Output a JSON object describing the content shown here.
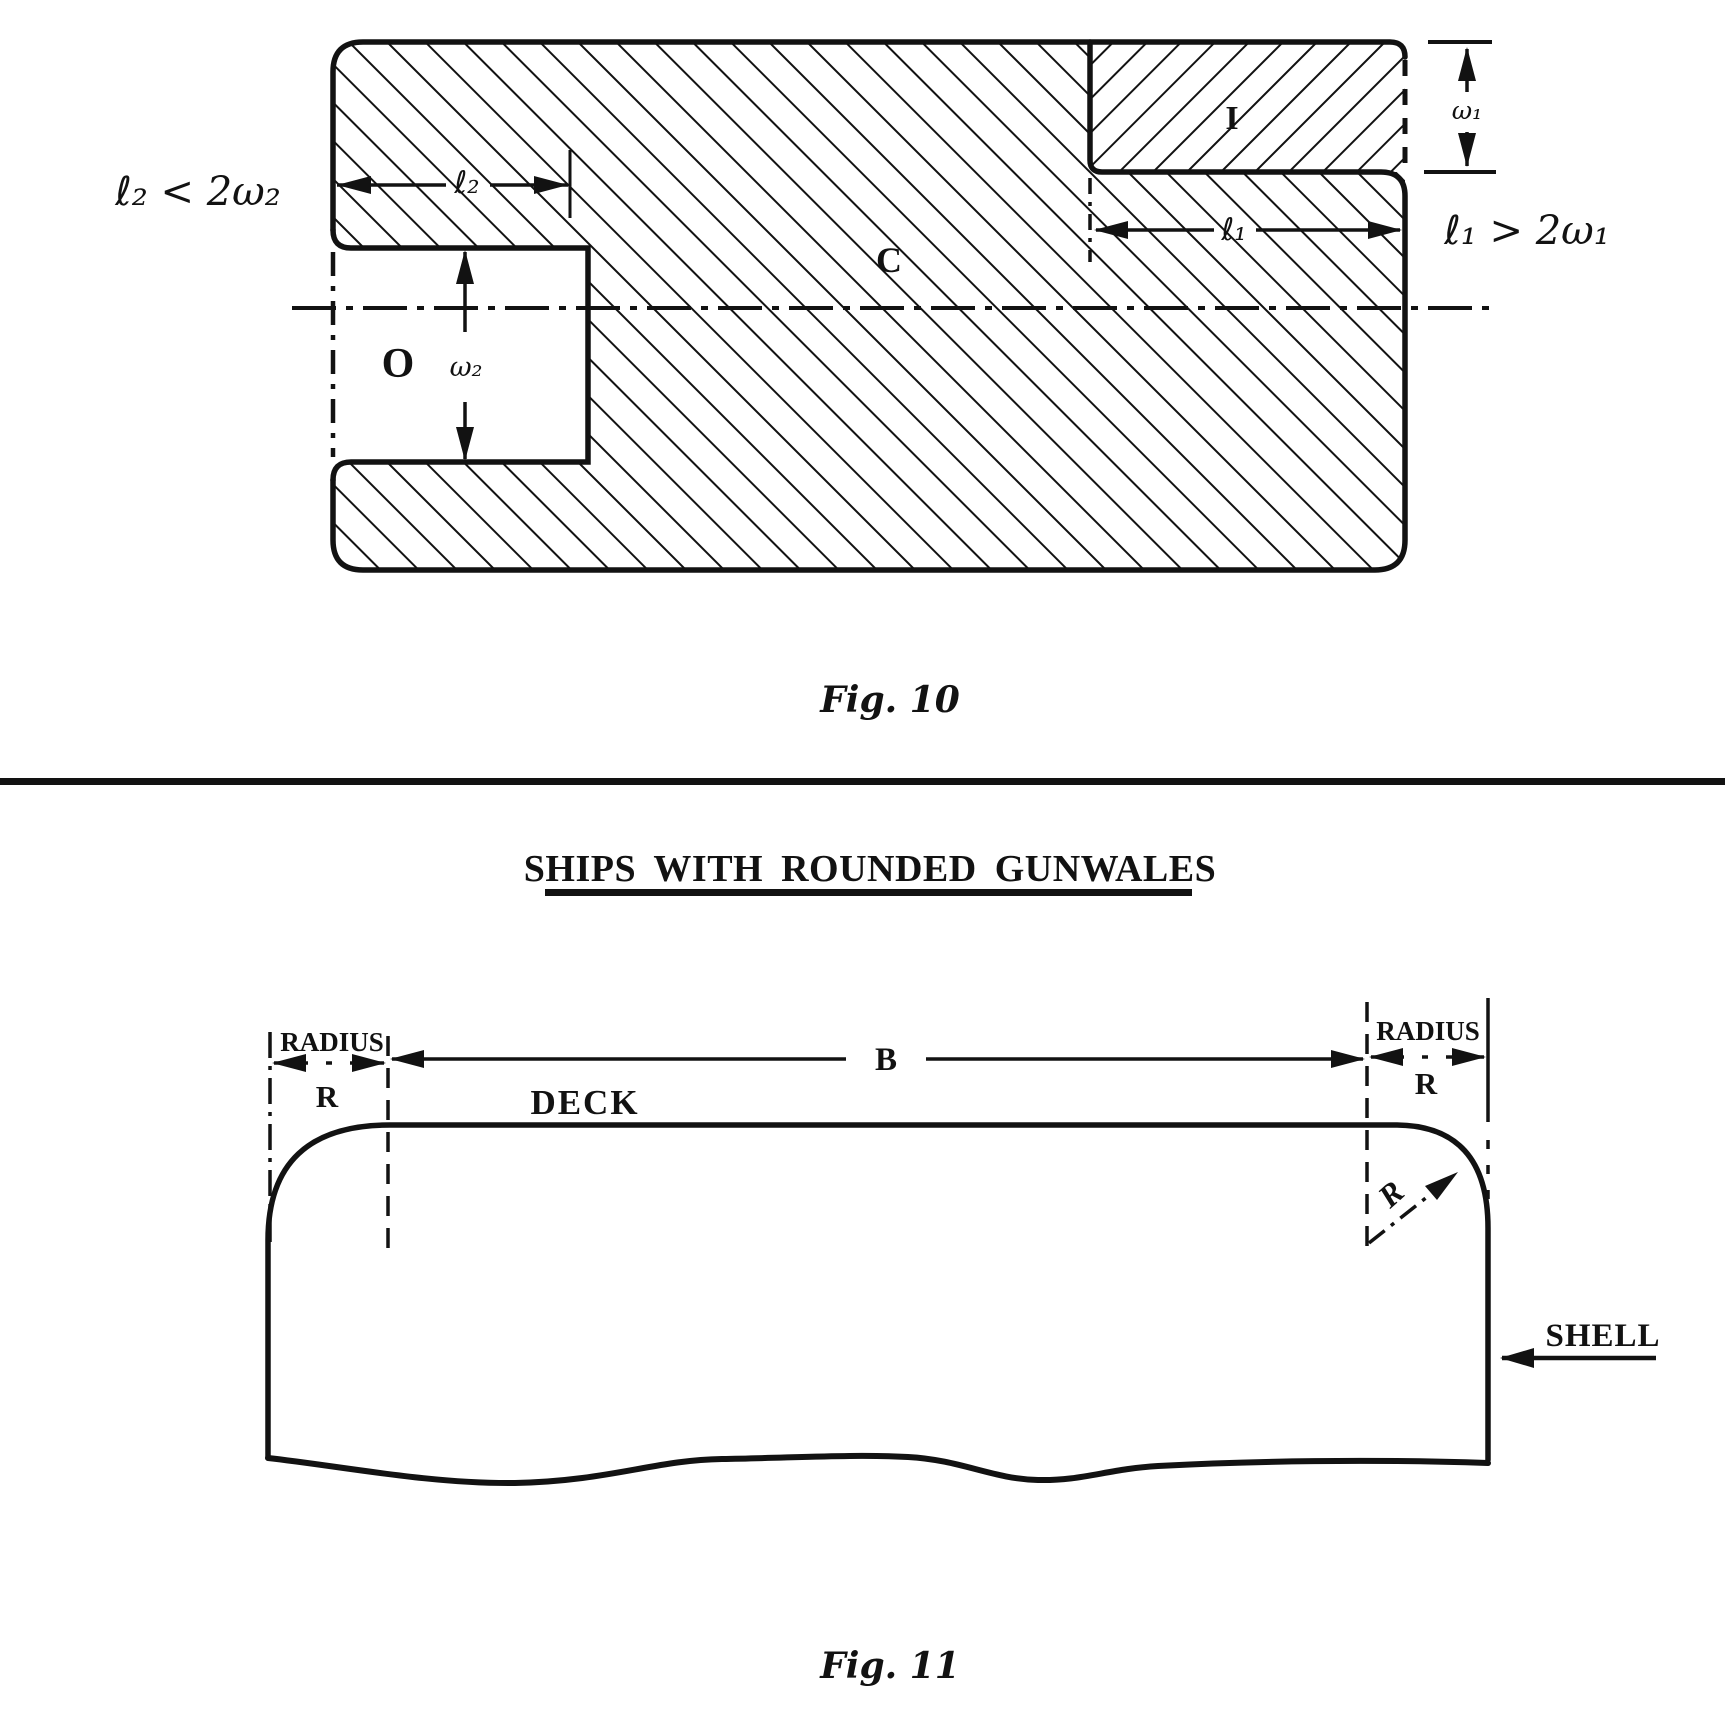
{
  "page": {
    "background": "#ffffff",
    "ink": "#121212"
  },
  "fig10": {
    "caption": "Fig. 10",
    "labels": {
      "left_condition": "ℓ₂ < 2ω₂",
      "l2": "ℓ₂",
      "o": "O",
      "w2": "ω₂",
      "c": "C",
      "i": "I",
      "w1": "ω₁",
      "l1": "ℓ₁",
      "right_condition": "ℓ₁ > 2ω₁"
    }
  },
  "section": {
    "heading": "SHIPS WITH ROUNDED GUNWALES"
  },
  "fig11": {
    "caption": "Fig. 11",
    "labels": {
      "radius_left": "RADIUS",
      "r_left": "R",
      "b": "B",
      "deck": "DECK",
      "radius_right": "RADIUS",
      "r_right": "R",
      "r_corner": "R",
      "shell": "SHELL"
    }
  }
}
